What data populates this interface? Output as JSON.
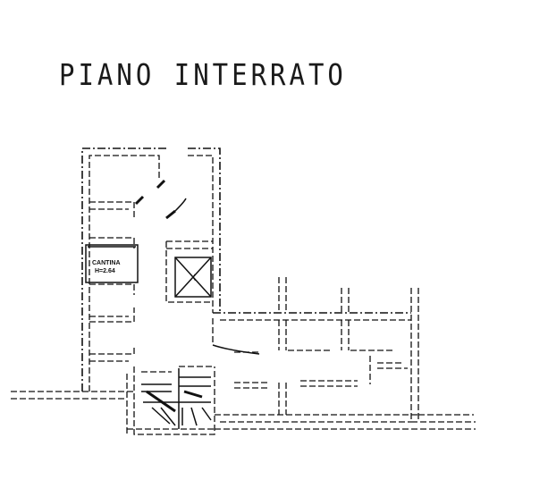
{
  "plan": {
    "title": "PIANO INTERRATO",
    "room_label": "CANTINA",
    "room_height": "H=2.64",
    "shaft_symbol": "X"
  },
  "colors": {
    "ink": "#111111",
    "background": "#ffffff"
  }
}
